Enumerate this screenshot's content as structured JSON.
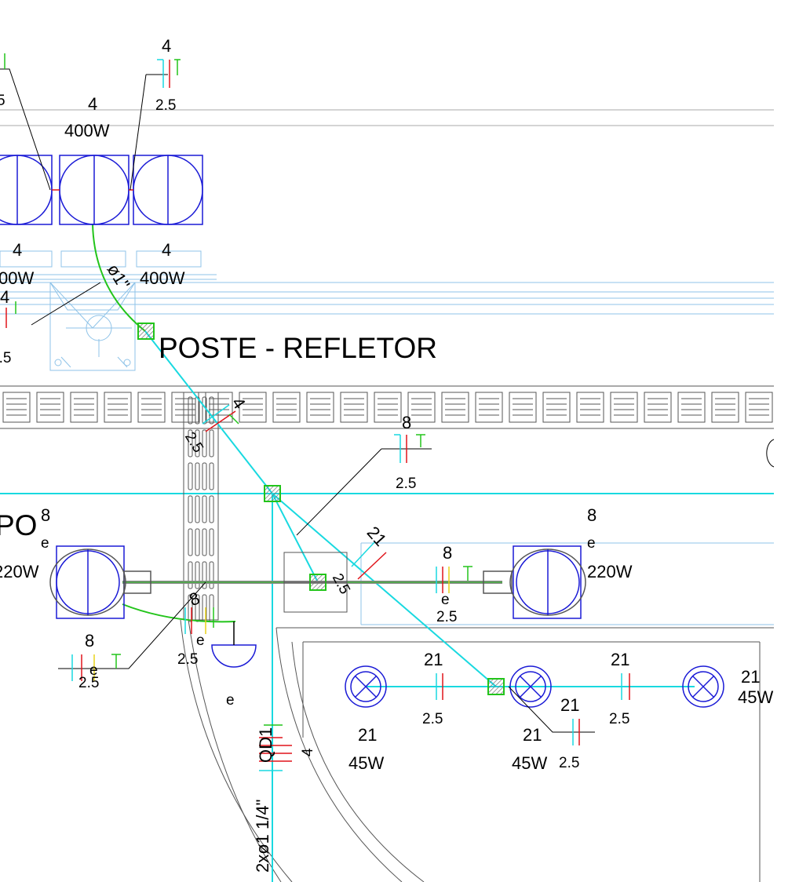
{
  "colors": {
    "fixture": "#1a1ad6",
    "conduit_cyan": "#19d9e0",
    "conduit_green": "#22c41a",
    "phase_red": "#e0141a",
    "neutral_cyan": "#19d9e0",
    "ground_green": "#22c41a",
    "return_yellow": "#e8d21a",
    "structure": "#8fc3e8",
    "drain": "#555555",
    "ink": "#000000"
  },
  "labels": {
    "pole_title": "POSTE - REFLETOR",
    "qd1": "QD1",
    "conduit_size": "2xø1 1/4\"",
    "conduit_slanted": "ø1\"",
    "qd_count": "4",
    "label_po": "PO",
    "sup_8": "8",
    "sub_e": "e"
  },
  "reflectors": {
    "circuit": "4",
    "power": "400W",
    "left_power": "00W",
    "left_circuit": "4",
    "right_power": "400W",
    "right_circuit": "4"
  },
  "projectors": {
    "left_power": "220W",
    "right_circuit": "8",
    "right_sub": "e",
    "right_power": "220W"
  },
  "luminaires": [
    {
      "circuit": "21",
      "power": "45W"
    },
    {
      "circuit": "21",
      "power": "45W"
    },
    {
      "circuit": "21",
      "power": "45W"
    }
  ],
  "tags": {
    "top_count": "4",
    "top_size": "2.5",
    "left_cut_size": "5",
    "mid_left_count": "4",
    "mid_left_size": "2.5",
    "diag_count": "4",
    "diag_size": "2.5",
    "upper_right_count": "8",
    "upper_right_size": "2.5",
    "tilted_21": "21",
    "tilted_25": "2.5",
    "center_count": "8",
    "center_sub": "e",
    "center_size": "2.5",
    "left_count": "8",
    "left_sub": "e",
    "left_size": "2.5",
    "bottom_left_count": "8",
    "bottom_left_sub": "e",
    "bottom_left_size": "2.5",
    "lum_a_count": "21",
    "lum_a_size": "2.5",
    "lum_b_count": "21",
    "lum_b_size": "2.5",
    "lum_c_count": "21",
    "lum_c_size": "2.5",
    "drain_e": "e"
  }
}
